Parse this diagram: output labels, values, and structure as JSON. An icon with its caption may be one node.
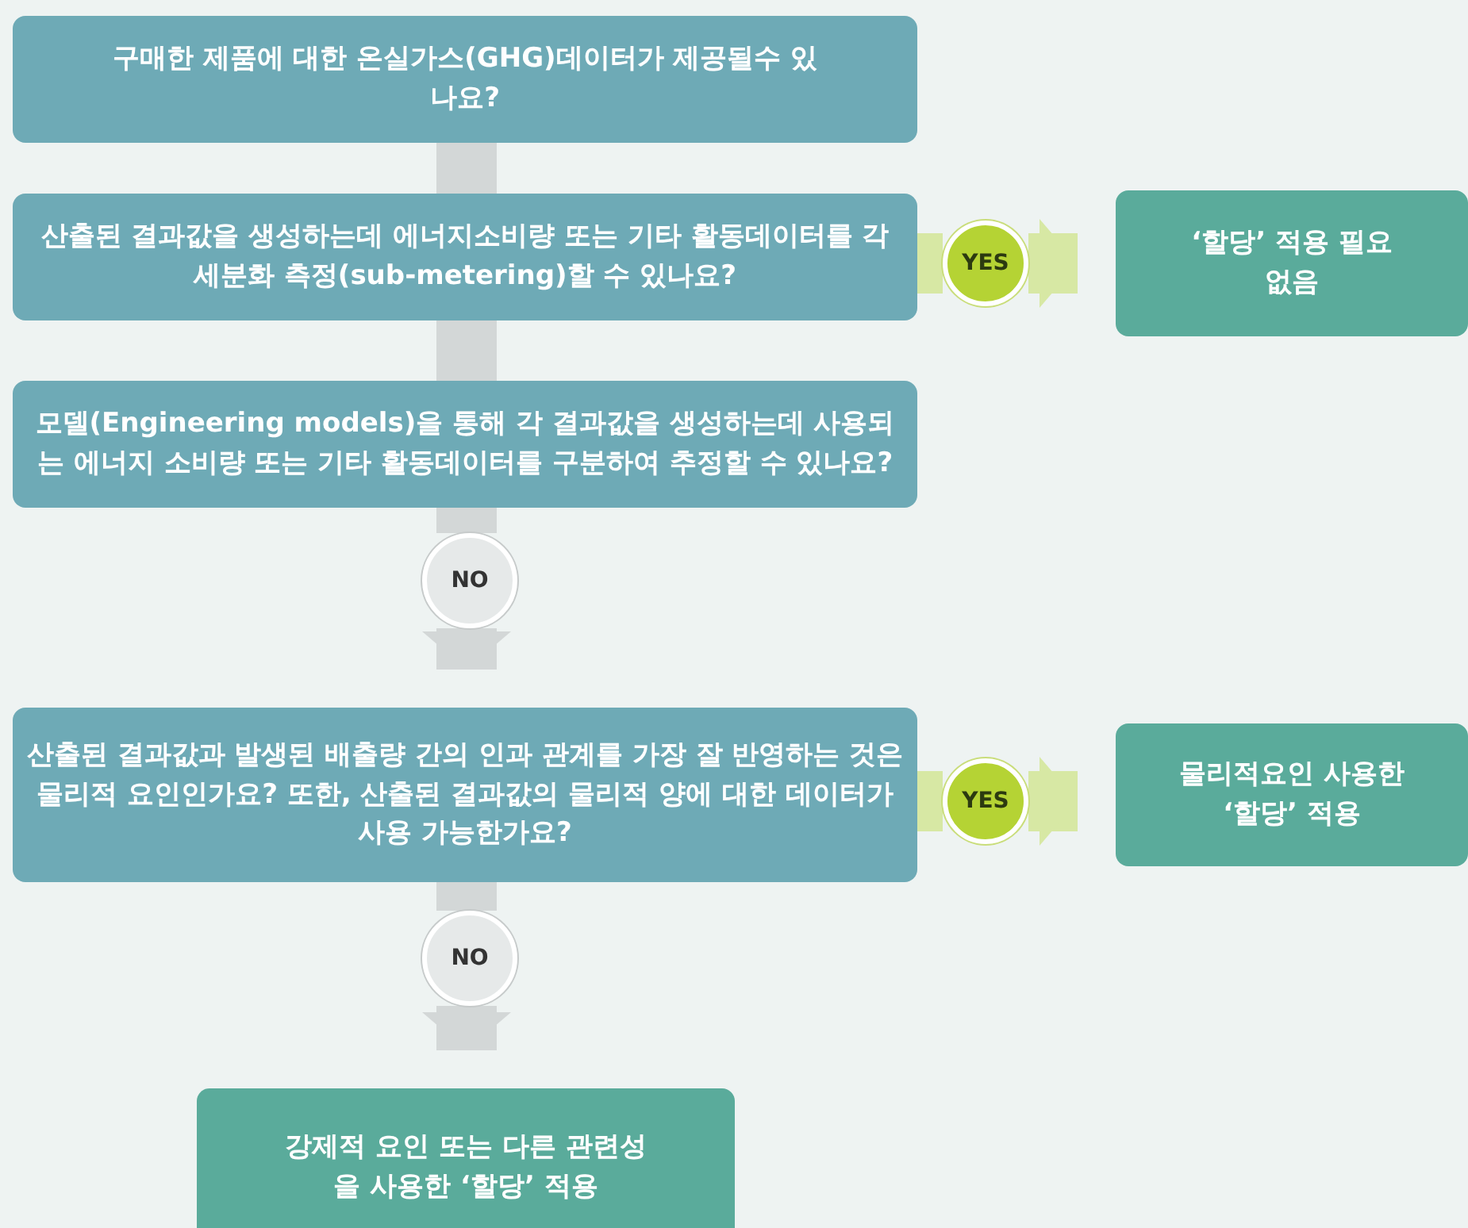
{
  "diagram": {
    "nodes": [
      {
        "text": [
          "구매한 제품에 대한 온실가스(GHG)데이터가 제공될수 있나요?"
        ]
      },
      {
        "text": [
          "산출된 결과값을 생성하는데 에너지소비량 또는 기타 활동데이터를 각 세분화 측정(sub-metering)할 수 있나요?"
        ]
      },
      {
        "text": [
          "YES"
        ]
      },
      {
        "text": [
          "‘할당’ 적용 필요 없음"
        ]
      },
      {
        "text": [
          "모델(Engineering models)을 통해 각 결과값을 생성하는데 사용되는 에너지 소비량 또는 기타 활동데이터를 구분하여 추정할 수 있나요?"
        ]
      },
      {
        "text": [
          "NO"
        ]
      },
      {
        "text": [
          "산출된 결과값과 발생된 배출량 간의 인과 관계를 가장 잘 반영하는 것은 물리적 요인인가요? 또한, 산출된 결과값의 물리적 양에 대한 데이터가 사용 가능한가요?"
        ]
      },
      {
        "text": [
          "YES"
        ]
      },
      {
        "text": [
          "물리적요인 사용한 ‘할당’ 적용"
        ]
      },
      {
        "text": [
          "NO"
        ]
      },
      {
        "text": [
          "강제적 요인 또는 다른 관련성을 사용한 ‘할당’ 적용"
        ]
      }
    ],
    "edges": [
      {
        "from": 0,
        "to": 1,
        "arrow": "none"
      },
      {
        "from": 1,
        "to": 4,
        "arrow": "none"
      },
      {
        "from": 4,
        "to": 5,
        "arrow": "none"
      },
      {
        "from": 5,
        "to": 6,
        "arrow": "to"
      },
      {
        "from": 1,
        "to": 2,
        "arrow": "none",
        "color": "#d7e8a4"
      },
      {
        "from": 2,
        "to": 3,
        "arrow": "to",
        "color": "#d7e8a4"
      },
      {
        "from": 6,
        "to": 7,
        "arrow": "none",
        "color": "#d7e8a4"
      },
      {
        "from": 7,
        "to": 8,
        "arrow": "to",
        "color": "#d7e8a4"
      },
      {
        "from": 6,
        "to": 9,
        "arrow": "none"
      },
      {
        "from": 9,
        "to": 10,
        "arrow": "to"
      }
    ]
  }
}
